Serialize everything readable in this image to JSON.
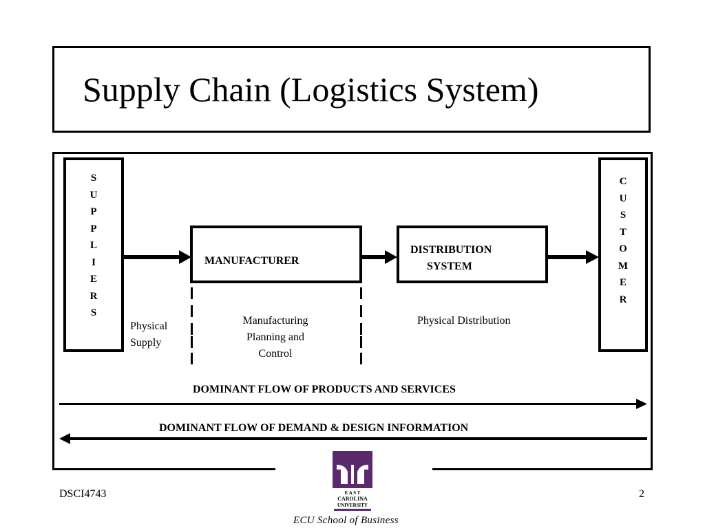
{
  "title": "Supply Chain (Logistics System)",
  "diagram": {
    "suppliers_label": "SUPPLIERS",
    "customer_label": "CUSTOMER",
    "manufacturer_label": "MANUFACTURER",
    "distribution_line1": "DISTRIBUTION",
    "distribution_line2": "SYSTEM",
    "physical_supply_line1": "Physical",
    "physical_supply_line2": "Supply",
    "mpc_line1": "Manufacturing",
    "mpc_line2": "Planning and",
    "mpc_line3": "Control",
    "physical_distribution": "Physical Distribution",
    "flow_products": "DOMINANT FLOW OF PRODUCTS AND SERVICES",
    "flow_demand": "DOMINANT FLOW OF DEMAND & DESIGN INFORMATION"
  },
  "footer": {
    "course": "DSCI4743",
    "page_number": "2",
    "logo_line1": "E A S T",
    "logo_line2": "CAROLINA",
    "logo_line3": "UNIVERSITY",
    "logo_caption": "ECU School of Business"
  },
  "colors": {
    "logo_purple": "#5b2a6e"
  }
}
